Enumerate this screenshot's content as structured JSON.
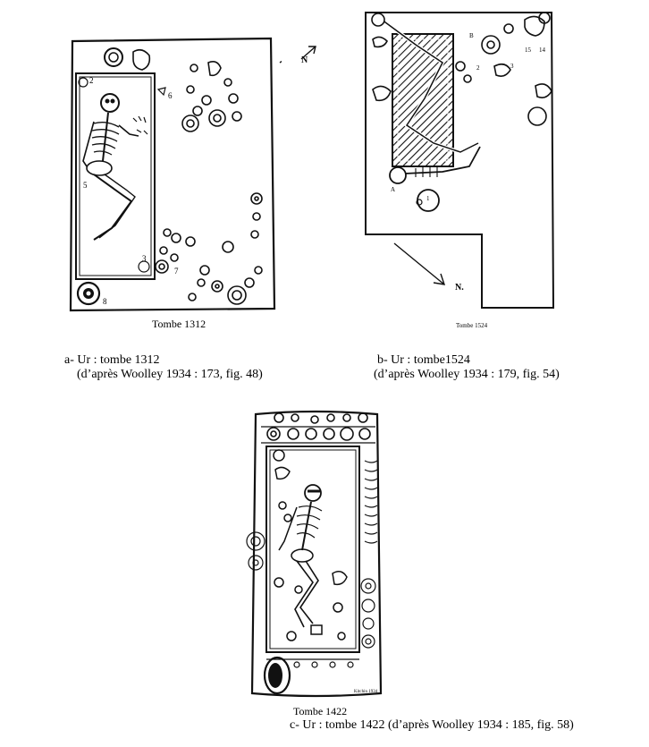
{
  "figures": {
    "a": {
      "plan_label": "Tombe 1312",
      "caption_line1": "a- Ur : tombe 1312",
      "caption_line2": "(d’après Woolley 1934 : 173, fig. 48)",
      "north_label": "N",
      "object_numbers": [
        "2",
        "6",
        "5",
        "3",
        "7",
        "8"
      ]
    },
    "b": {
      "plan_label": "Tombe 1524",
      "caption_line1": "b- Ur : tombe1524",
      "caption_line2": "(d’après Woolley 1934 : 179, fig. 54)",
      "north_label": "N.",
      "object_numbers": [
        "B",
        "2",
        "3",
        "15",
        "14",
        "A",
        "1"
      ]
    },
    "c": {
      "plan_label": "Tombe 1422",
      "caption": "c- Ur : tombe 1422 (d’après Woolley 1934 : 185,  fig. 58)",
      "signature": "Kitchin 1934"
    }
  }
}
